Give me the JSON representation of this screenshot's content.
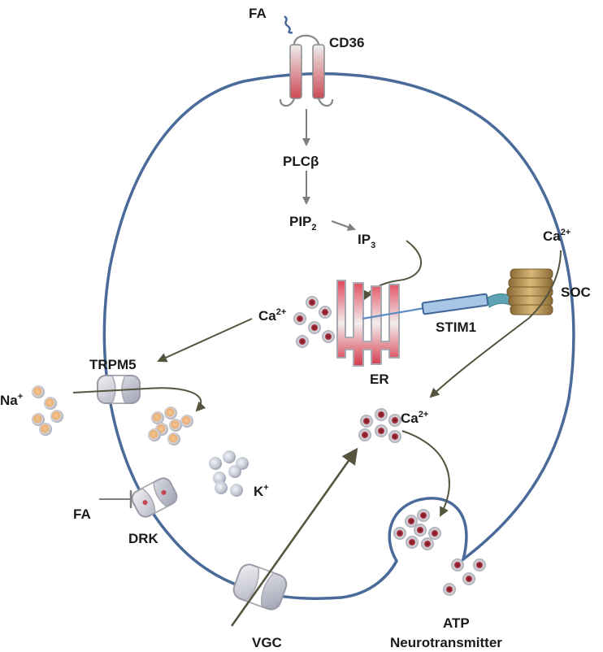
{
  "labels": {
    "fa_top": "FA",
    "cd36": "CD36",
    "plc": "PLCβ",
    "pip": "PIP",
    "pip_sub": "2",
    "ip": "IP",
    "ip_sub": "3",
    "ca_ext": "Ca",
    "ca_ext_sup": "2+",
    "soc": "SOC",
    "stim1": "STIM1",
    "ca_er": "Ca",
    "ca_er_sup": "2+",
    "er": "ER",
    "trpm5": "TRPM5",
    "na": "Na",
    "na_sup": "+",
    "ca_cyto": "Ca",
    "ca_cyto_sup": "2+",
    "k": "K",
    "k_sup": "+",
    "fa_left": "FA",
    "drk": "DRK",
    "vgc": "VGC",
    "atp": "ATP",
    "neuro": "Neurotransmitter"
  },
  "colors": {
    "membrane": "#4a6a9a",
    "arrow_gray": "#7f7f7f",
    "arrow_olive": "#55553f",
    "receptor_red": "#c8444f",
    "soc_gold": "#b8924a",
    "stim_blue": "#5b8dc4",
    "na_ion": "#f0bf8a",
    "ca_ion": "#8a1f2a",
    "k_ion": "#c9cdd8"
  }
}
